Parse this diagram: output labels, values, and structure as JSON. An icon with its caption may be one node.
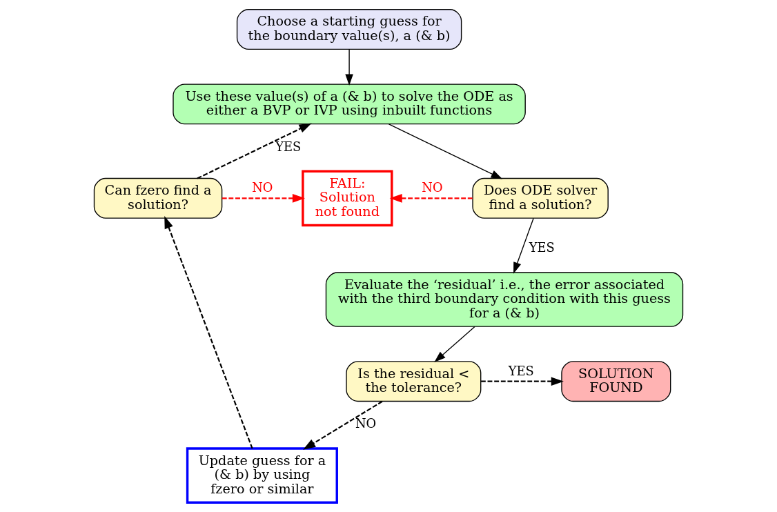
{
  "diagram": {
    "nodes": [
      {
        "text": [
          "Choose a starting guess for the boundary value(s), a (& b)"
        ]
      },
      {
        "text": [
          "Use these value(s) of a (& b) to solve the ODE as either a BVP or IVP using inbuilt functions"
        ]
      },
      {
        "text": [
          "Can fzero find a solution?"
        ]
      },
      {
        "text": [
          "FAIL: Solution not found"
        ]
      },
      {
        "text": [
          "Does ODE solver find a solution?"
        ]
      },
      {
        "text": [
          "Update guess for a (& b) by using fzero or similar"
        ]
      },
      {
        "text": [
          "Evaluate the ‘residual’ i.e., the error associated with the third boundary condition with this guess for a (& b)"
        ]
      },
      {
        "text": [
          "Is the residual < the tolerance?"
        ]
      },
      {
        "text": [
          "SOLUTION FOUND"
        ]
      }
    ],
    "edges": [
      {
        "from": 0,
        "to": 1,
        "arrow": "to"
      },
      {
        "from": 1,
        "to": 4,
        "arrow": "to"
      },
      {
        "from": 4,
        "to": 3,
        "arrow": "to",
        "label": "NO",
        "style": "dashed",
        "color": "#ff0000"
      },
      {
        "from": 4,
        "to": 6,
        "arrow": "to",
        "label": "YES"
      },
      {
        "from": 6,
        "to": 7,
        "arrow": "to"
      },
      {
        "from": 7,
        "to": 8,
        "arrow": "to",
        "label": "YES",
        "style": "dashed"
      },
      {
        "from": 7,
        "to": 5,
        "arrow": "to",
        "label": "NO",
        "style": "dashed"
      },
      {
        "from": 5,
        "to": 2,
        "arrow": "to",
        "style": "dashed"
      },
      {
        "from": 2,
        "to": 3,
        "arrow": "to",
        "label": "NO",
        "style": "dashed",
        "color": "#ff0000"
      },
      {
        "from": 2,
        "to": 1,
        "arrow": "to",
        "label": "YES",
        "style": "dashed"
      }
    ]
  }
}
